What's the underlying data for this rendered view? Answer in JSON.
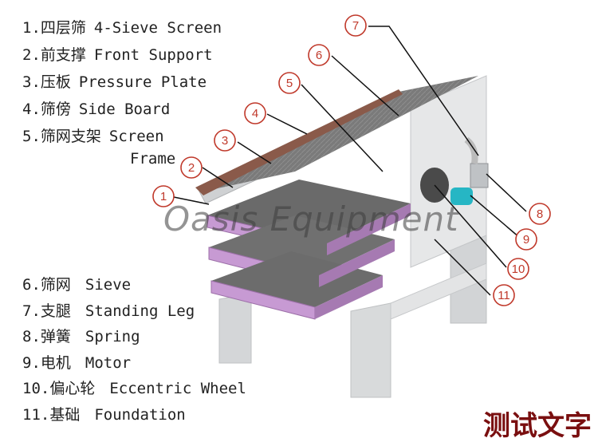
{
  "legend_top": [
    {
      "n": "1.",
      "cn": "四层筛",
      "en": "4-Sieve Screen"
    },
    {
      "n": "2.",
      "cn": "前支撑",
      "en": "Front Support"
    },
    {
      "n": "3.",
      "cn": "压板",
      "en": "Pressure Plate"
    },
    {
      "n": "4.",
      "cn": "筛傍",
      "en": "Side Board"
    },
    {
      "n": "5.",
      "cn": "筛网支架",
      "en": "Screen"
    }
  ],
  "legend_top_continuation": "Frame",
  "legend_bottom": [
    {
      "n": "6.",
      "cn": "筛网",
      "en": "Sieve"
    },
    {
      "n": "7.",
      "cn": "支腿",
      "en": "Standing Leg"
    },
    {
      "n": "8.",
      "cn": "弹簧",
      "en": "Spring"
    },
    {
      "n": "9.",
      "cn": "电机",
      "en": "Motor"
    },
    {
      "n": "10.",
      "cn": "偏心轮",
      "en": "Eccentric Wheel"
    },
    {
      "n": "11.",
      "cn": "基础",
      "en": "Foundation"
    }
  ],
  "callouts": [
    "1",
    "2",
    "3",
    "4",
    "5",
    "6",
    "7",
    "8",
    "9",
    "10",
    "11"
  ],
  "watermark": "Oasis Equipment",
  "corner_text": "测试文字",
  "colors": {
    "callout": "#c0392b",
    "frame": "#b48cc0",
    "machine": "#d9dadb",
    "deck": "#6f6f6f"
  }
}
